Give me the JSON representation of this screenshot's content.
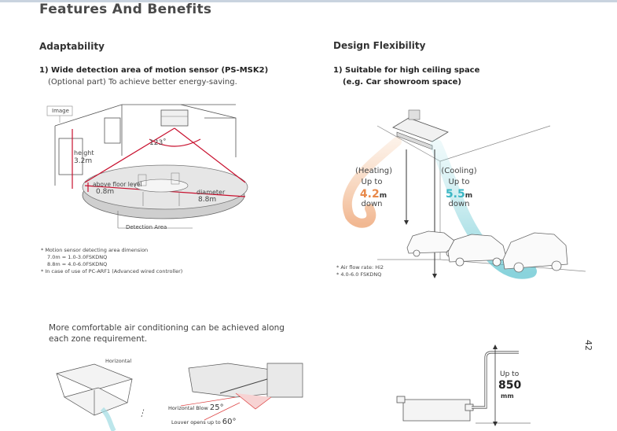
{
  "page": {
    "title": "Features And Benefits",
    "page_number": "42"
  },
  "left": {
    "heading": "Adaptability",
    "sub_heading": "1) Wide detection area of motion sensor (PS-MSK2)",
    "sub_text": "(Optional part) To achieve better energy-saving.",
    "diagram": {
      "image_tag": "Image",
      "height_label": "height",
      "height_value": "3.2m",
      "angle_label": "123˚",
      "floor_label": "above floor level",
      "floor_value": "0.8m",
      "diameter_label": "diameter",
      "diameter_value": "8.8m",
      "area_label": "Detection Area"
    },
    "notes": [
      "* Motion sensor detecting area dimension",
      "7.0m = 1.0-3.0FSKDNQ",
      "8.8m = 4.0-6.0FSKDNQ",
      "* In case of use of PC-ARF1 (Advanced wired controller)"
    ]
  },
  "right": {
    "heading": "Design Flexibility",
    "sub_heading_1": "1) Suitable for high ceiling space",
    "sub_heading_2": "(e.g. Car showroom space)",
    "heating": {
      "label": "(Heating)",
      "up": "Up to",
      "value": "4.2",
      "unit": "m",
      "down": "down",
      "color": "#e8894a"
    },
    "cooling": {
      "label": "(Cooling)",
      "up": "Up to",
      "value": "5.5",
      "unit": "m",
      "down": "down",
      "color": "#3bb6c4"
    },
    "notes": [
      "* Air flow rate: Hi2",
      "* 4.0-6.0 FSKDNQ"
    ]
  },
  "bottom": {
    "text_line1": "More comfortable air conditioning can be achieved along",
    "text_line2": "each zone requirement.",
    "horizontal_label": "Horizontal",
    "blow_label": "Horizontal Blow",
    "blow_value": "25°",
    "louver_label": "Louver opens up to",
    "louver_value": "60°",
    "pump_up": "Up to",
    "pump_value": "850",
    "pump_unit": "mm"
  }
}
